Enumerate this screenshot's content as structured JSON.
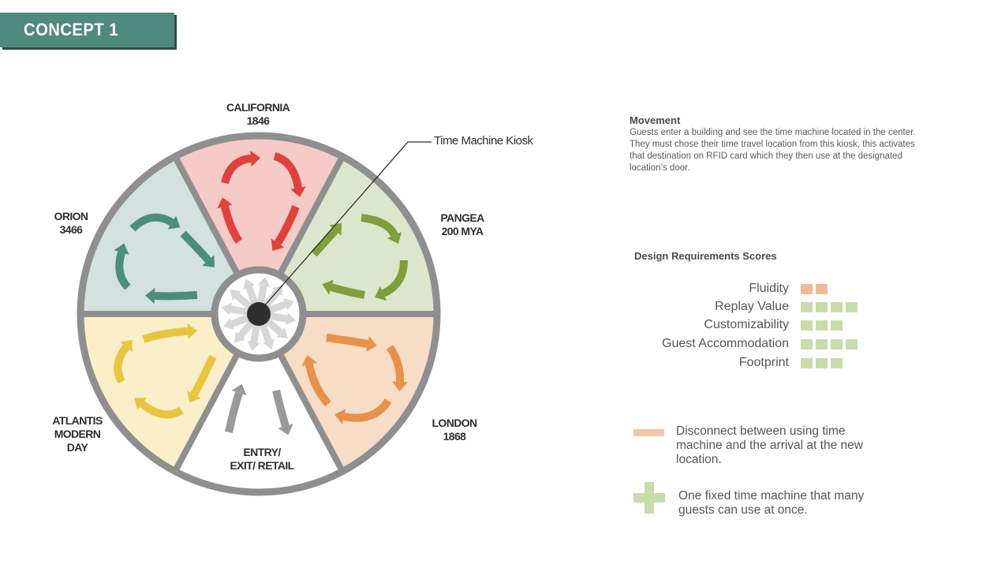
{
  "header": {
    "title": "CONCEPT  1"
  },
  "diagram": {
    "zones": [
      {
        "id": "california",
        "label": "CALIFORNIA\n1846",
        "fill": "#f6cac6",
        "arrow": "#e0413a"
      },
      {
        "id": "pangea",
        "label": "PANGEA\n200 MYA",
        "fill": "#dce6cc",
        "arrow": "#7f9e3c"
      },
      {
        "id": "london",
        "label": "LONDON\n1868",
        "fill": "#f7dcc6",
        "arrow": "#e8914a"
      },
      {
        "id": "entry",
        "label": "ENTRY/\nEXIT/ RETAIL",
        "fill": "#ffffff",
        "arrow": "#9a9a9a"
      },
      {
        "id": "atlantis",
        "label": "ATLANTIS\nMODERN\nDAY",
        "fill": "#fbefc9",
        "arrow": "#e9c53f"
      },
      {
        "id": "orion",
        "label": "ORION\n3466",
        "fill": "#d3e1df",
        "arrow": "#4c8e7d"
      }
    ],
    "kiosk_label": "Time Machine Kiosk",
    "ring_color": "#8f8f8f"
  },
  "movement": {
    "title": "Movement",
    "body": "Guests enter a building and see the time machine located in the center. They must chose their time travel location from this kiosk, this activates that destination on RFID card which they then use at the designated location’s door."
  },
  "requirements": {
    "title": "Design Requirements Scores",
    "items": [
      {
        "label": "Fluidity",
        "score": 2,
        "color": "#f0b995"
      },
      {
        "label": "Replay Value",
        "score": 4,
        "color": "#c9dcab"
      },
      {
        "label": "Customizability",
        "score": 3,
        "color": "#c9dcab"
      },
      {
        "label": "Guest Accommodation",
        "score": 4,
        "color": "#c9dcab"
      },
      {
        "label": "Footprint",
        "score": 3,
        "color": "#c9dcab"
      }
    ]
  },
  "legend": {
    "negative": {
      "text": "Disconnect between using time machine and the arrival at the new location.",
      "color": "#f2c7a8"
    },
    "positive": {
      "text": "One fixed time machine that many guests can use at once.",
      "color": "#c9dcab"
    }
  }
}
